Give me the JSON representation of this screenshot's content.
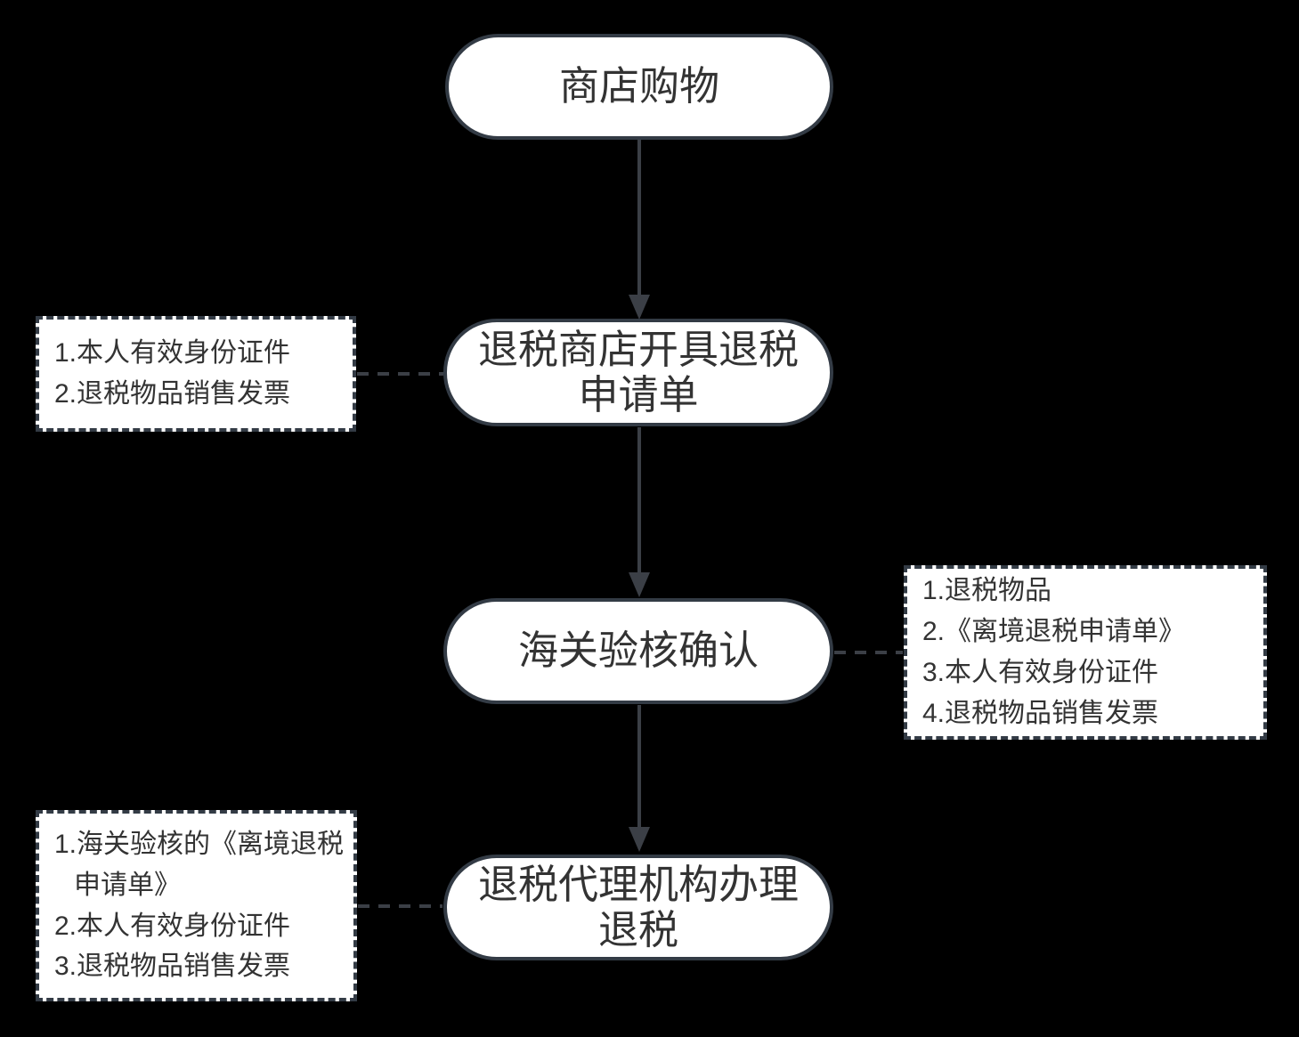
{
  "flowchart": {
    "nodes": [
      {
        "id": "shop",
        "lines": [
          "商店购物"
        ]
      },
      {
        "id": "issue-form",
        "lines": [
          "退税商店开具退税",
          "申请单"
        ]
      },
      {
        "id": "customs",
        "lines": [
          "海关验核确认"
        ]
      },
      {
        "id": "agency",
        "lines": [
          "退税代理机构办理",
          "退税"
        ]
      }
    ],
    "annotations": [
      {
        "id": "note-issue-form",
        "lines": [
          "1.本人有效身份证件",
          "2.退税物品销售发票"
        ]
      },
      {
        "id": "note-customs",
        "lines": [
          "1.退税物品",
          "2.《离境退税申请单》",
          "3.本人有效身份证件",
          "4.退税物品销售发票"
        ]
      },
      {
        "id": "note-agency",
        "lines": [
          "1.海关验核的《离境退税",
          "申请单》",
          "2.本人有效身份证件",
          "3.退税物品销售发票"
        ]
      }
    ],
    "colors": {
      "background": "#000000",
      "node_fill": "#ffffff",
      "node_border": "#333b45",
      "text": "#333333",
      "connector": "#3b3f46"
    }
  }
}
